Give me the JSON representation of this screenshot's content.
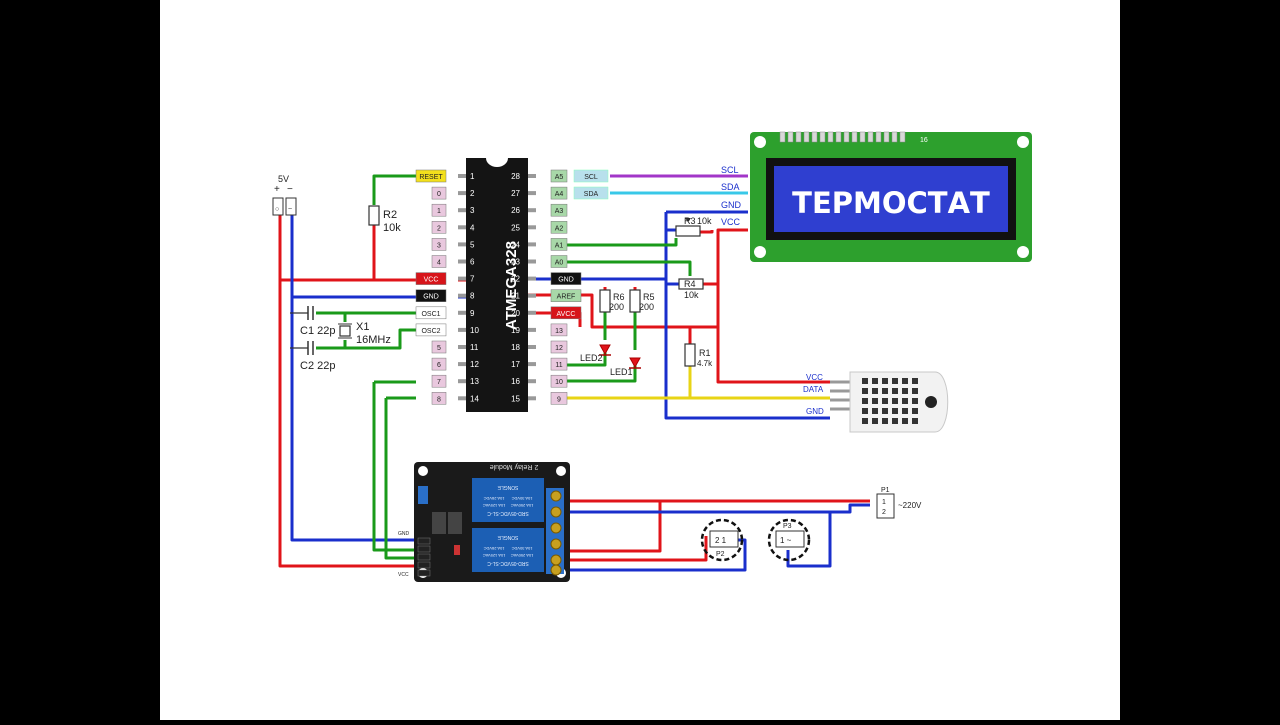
{
  "colors": {
    "red": "#e0141a",
    "blue": "#1a2fcc",
    "green": "#1a9a1a",
    "yellow": "#e8d416",
    "purple": "#a236c8",
    "cyan": "#38c8e8",
    "lcd_blue": "#2f3fd0",
    "pcb_green": "#2da02d",
    "relay_board": "#1a1a1a",
    "relay_blue": "#1c5fb4",
    "sensor_white": "#f2f2f2"
  },
  "power": {
    "voltage": "5V",
    "plus": "+",
    "minus": "−"
  },
  "mcu": {
    "name": "ATMEGA328",
    "left_pins": [
      "1",
      "2",
      "3",
      "4",
      "5",
      "6",
      "7",
      "8",
      "9",
      "10",
      "11",
      "12",
      "13",
      "14"
    ],
    "left_labels": [
      "RESET",
      "0",
      "1",
      "2",
      "3",
      "4",
      "VCC",
      "GND",
      "OSC1",
      "OSC2",
      "5",
      "6",
      "7",
      "8"
    ],
    "right_pins": [
      "28",
      "27",
      "26",
      "25",
      "24",
      "23",
      "22",
      "21",
      "20",
      "19",
      "18",
      "17",
      "16",
      "15"
    ],
    "right_labels": [
      "A5",
      "A4",
      "A3",
      "A2",
      "A1",
      "A0",
      "GND",
      "AREF",
      "AVCC",
      "13",
      "12",
      "11",
      "10",
      "9"
    ]
  },
  "bus": {
    "scl": "SCL",
    "sda": "SDA"
  },
  "components": {
    "r2": {
      "name": "R2",
      "value": "10k"
    },
    "x1": {
      "name": "X1",
      "value": "16MHz"
    },
    "c1": "C1 22p",
    "c2": "C2 22p",
    "r6": {
      "name": "R6",
      "value": "200"
    },
    "r5": {
      "name": "R5",
      "value": "200"
    },
    "led2": "LED2",
    "led1": "LED1",
    "r3": "R3",
    "r3_value": "10k",
    "r4": "R4",
    "r4_value": "10k",
    "r1": {
      "name": "R1",
      "value": "4.7k"
    }
  },
  "lcd": {
    "text": "ТЕРМОСТАТ",
    "labels": [
      "SCL",
      "SDA",
      "GND",
      "VCC"
    ],
    "pin_count": "16"
  },
  "sensor": {
    "labels": [
      "VCC",
      "DATA",
      "",
      "GND"
    ]
  },
  "relay": {
    "title": "2 Relay Module",
    "relay_text": [
      "SRD-05VDC-SL-C",
      "10A 250VAC",
      "10A 125VAC",
      "10A 30VDC",
      "10A 28VDC",
      "SONGLE"
    ],
    "in_labels": [
      "GND",
      "VCC"
    ]
  },
  "ac": {
    "p1": "P1",
    "p1_pins": [
      "1",
      "2"
    ],
    "voltage": "~220V",
    "p2": "P2",
    "p3": "P3"
  }
}
